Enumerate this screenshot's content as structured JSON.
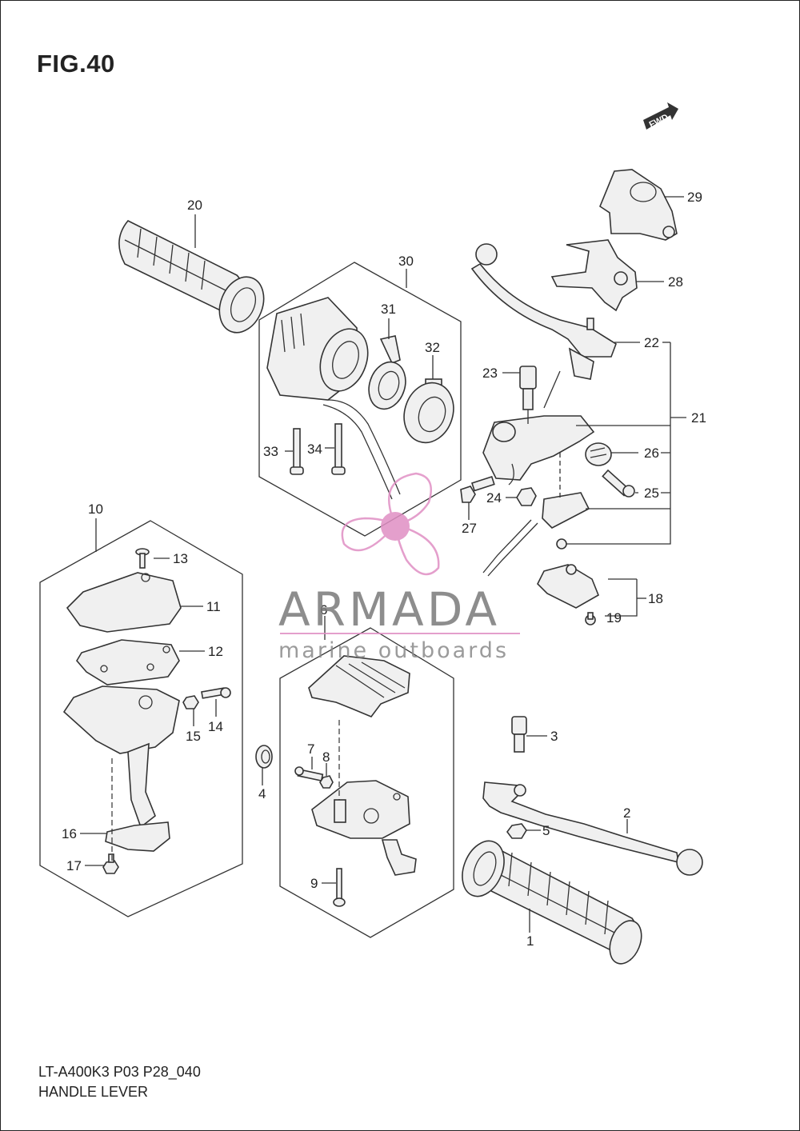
{
  "figure_title": "FIG.40",
  "fwd_label": "FWD",
  "model_code": "LT-A400K3 P03 P28_040",
  "section_title": "HANDLE LEVER",
  "watermark": {
    "brand": "ARMADA",
    "tagline": "marine outboards",
    "accent_color": "#e08fc4"
  },
  "callouts": [
    "1",
    "2",
    "3",
    "4",
    "5",
    "6",
    "7",
    "8",
    "9",
    "10",
    "11",
    "12",
    "13",
    "14",
    "15",
    "16",
    "17",
    "18",
    "19",
    "20",
    "21",
    "22",
    "23",
    "24",
    "25",
    "26",
    "27",
    "28",
    "29",
    "30",
    "31",
    "32",
    "33",
    "34"
  ]
}
